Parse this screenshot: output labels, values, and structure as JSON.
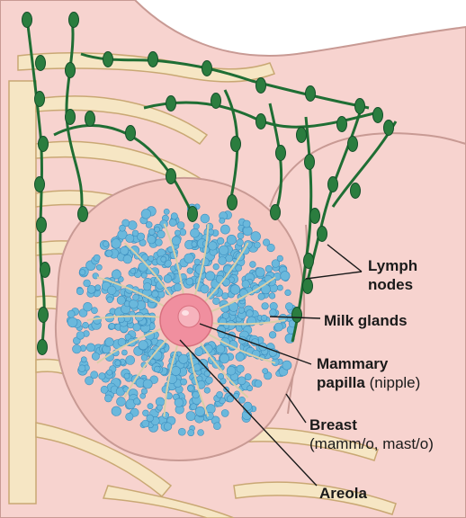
{
  "labels": {
    "lymph_nodes": [
      "Lymph",
      "nodes"
    ],
    "milk_glands": "Milk glands",
    "mammary_papilla": [
      "Mammary",
      "papilla"
    ],
    "mammary_papilla_note": "(nipple)",
    "breast": "Breast",
    "breast_note": "(mamm/o, mast/o)",
    "areola": "Areola"
  },
  "colors": {
    "skin": "#f7d3cf",
    "skin_outline": "#c89a94",
    "bone": "#f6e6c4",
    "bone_outline": "#c9a874",
    "lymph": "#1f6e34",
    "lymph_node": "#2b7d3f",
    "gland": "#6ab8dc",
    "gland_dark": "#3d8fbf",
    "duct": "#d9cfa8",
    "areola": "#f08f9f",
    "nipple": "#f6b3bd",
    "leader": "#1a1a1a"
  }
}
